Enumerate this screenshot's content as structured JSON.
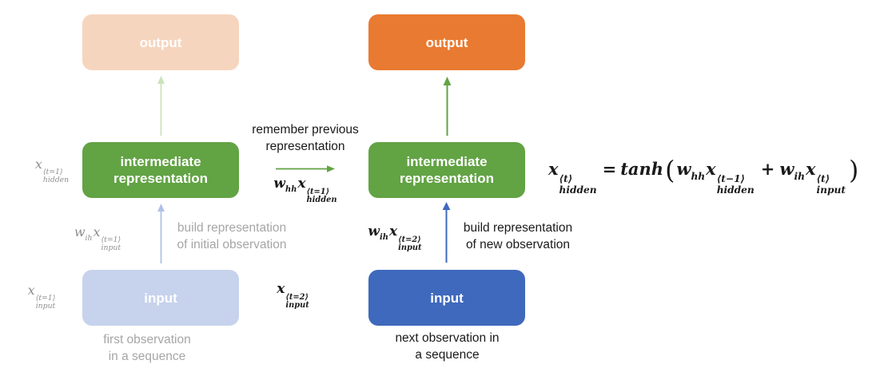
{
  "colors": {
    "orange": "#E97A31",
    "orange_faded": "#F6D5BE",
    "green": "#62A344",
    "green_arrow_faded": "#C9E3BC",
    "blue": "#3F69BD",
    "blue_faded": "#C7D2EC",
    "blue_arrow_faded": "#AFC0E8",
    "text_black": "#1A1A1A",
    "text_gray": "#A6A6A6",
    "math_gray": "#8F8F8F"
  },
  "boxes": {
    "output_t1": "output",
    "output_t2": "output",
    "intermediate_t1": {
      "line1": "intermediate",
      "line2": "representation"
    },
    "intermediate_t2": {
      "line1": "intermediate",
      "line2": "representation"
    },
    "input_t1": "input",
    "input_t2": "input"
  },
  "annotations": {
    "remember": {
      "line1": "remember previous",
      "line2": "representation"
    },
    "build_initial": {
      "line1": "build representation",
      "line2": "of initial observation"
    },
    "build_new": {
      "line1": "build representation",
      "line2": "of new observation"
    },
    "first_obs": {
      "line1": "first observation",
      "line2": "in a sequence"
    },
    "next_obs": {
      "line1": "next observation in",
      "line2": "a sequence"
    }
  },
  "math": {
    "x_hidden_t1": {
      "base": "x",
      "sup": "⟨t=1⟩",
      "sub": "hidden"
    },
    "w_ih_x_input_t1": {
      "w": "w",
      "wsub": "ih",
      "x": "x",
      "sup": "⟨t=1⟩",
      "sub": "input"
    },
    "x_input_t1": {
      "base": "x",
      "sup": "⟨t=1⟩",
      "sub": "input"
    },
    "w_hh_x_hidden_t1": {
      "w": "w",
      "wsub": "hh",
      "x": "x",
      "sup": "⟨t=1⟩",
      "sub": "hidden"
    },
    "x_input_t2": {
      "base": "x",
      "sup": "⟨t=2⟩",
      "sub": "input"
    },
    "w_ih_x_input_t2": {
      "w": "w",
      "wsub": "ih",
      "x": "x",
      "sup": "⟨t=2⟩",
      "sub": "input"
    },
    "formula": {
      "lhs": {
        "base": "x",
        "sup": "⟨t⟩",
        "sub": "hidden"
      },
      "eq": "=",
      "func": "tanh",
      "open": "(",
      "term1": {
        "w": "w",
        "wsub": "hh",
        "x": "x",
        "sup": "⟨t−1⟩",
        "sub": "hidden"
      },
      "plus": "+",
      "term2": {
        "w": "w",
        "wsub": "ih",
        "x": "x",
        "sup": "⟨t⟩",
        "sub": "input"
      },
      "close": ")"
    }
  }
}
